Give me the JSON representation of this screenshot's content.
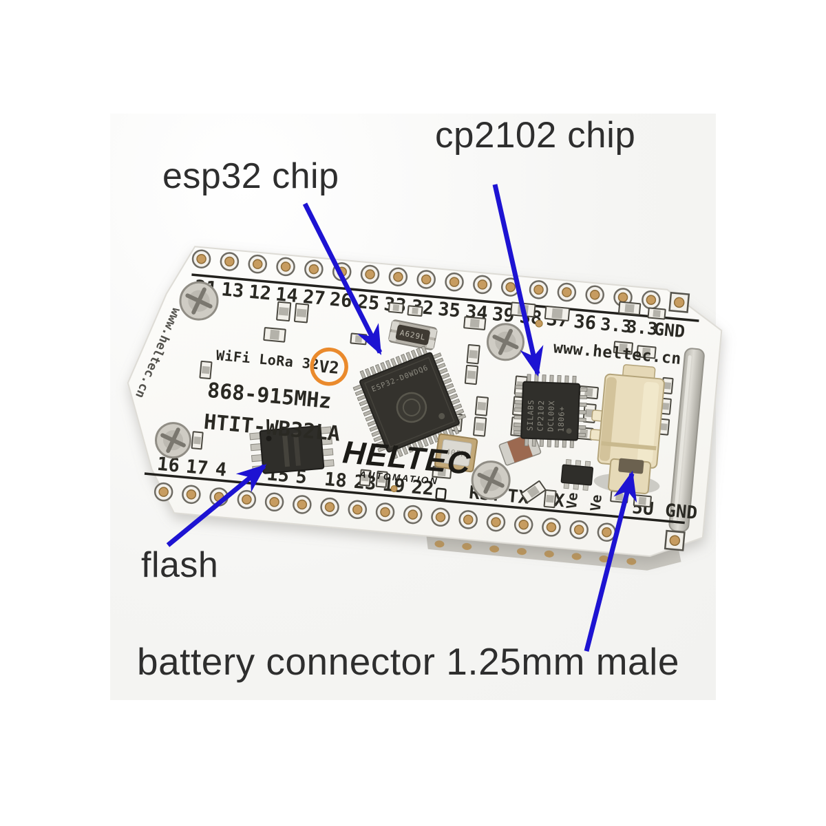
{
  "annotations": {
    "esp32": "esp32 chip",
    "cp2102": "cp2102 chip",
    "flash": "flash",
    "battery": "battery connector 1.25mm male"
  },
  "board": {
    "silkscreen": {
      "product": "WiFi LoRa 32",
      "version": "V2",
      "frequency": "868-915MHz",
      "model": "HTIT-WB32LA",
      "website": "www.heltec.cn",
      "side_text": "www.heltec.cn",
      "brand": "HELTEC",
      "brand_sub": "AUTOMATION"
    },
    "pins": {
      "top": [
        "21",
        "13",
        "12",
        "14",
        "27",
        "26",
        "25",
        "33",
        "32",
        "35",
        "34",
        "39",
        "38",
        "37",
        "36",
        "3.3",
        "3.3",
        "GND"
      ],
      "bottom": [
        "16",
        "17",
        "4",
        "15",
        "5",
        "18",
        "23",
        "19",
        "22",
        "RST",
        "TX",
        "RX",
        "5U",
        "GND"
      ],
      "bottom_vertical": [
        "Ve",
        "Ve"
      ]
    },
    "components": {
      "esp32_marking": "ESP32-D0WDQ6",
      "cp2102_marking": [
        "SILABS",
        "CP2102",
        "DCL00X",
        "1806+"
      ],
      "crystal_top_marking": "A629L",
      "crystal_mid_marking": "405M"
    }
  },
  "colors": {
    "arrow": "#1d13d2",
    "version_ring": "#ea8a2c",
    "pcb": "#fbfaf7",
    "silk": "#2a2923"
  }
}
